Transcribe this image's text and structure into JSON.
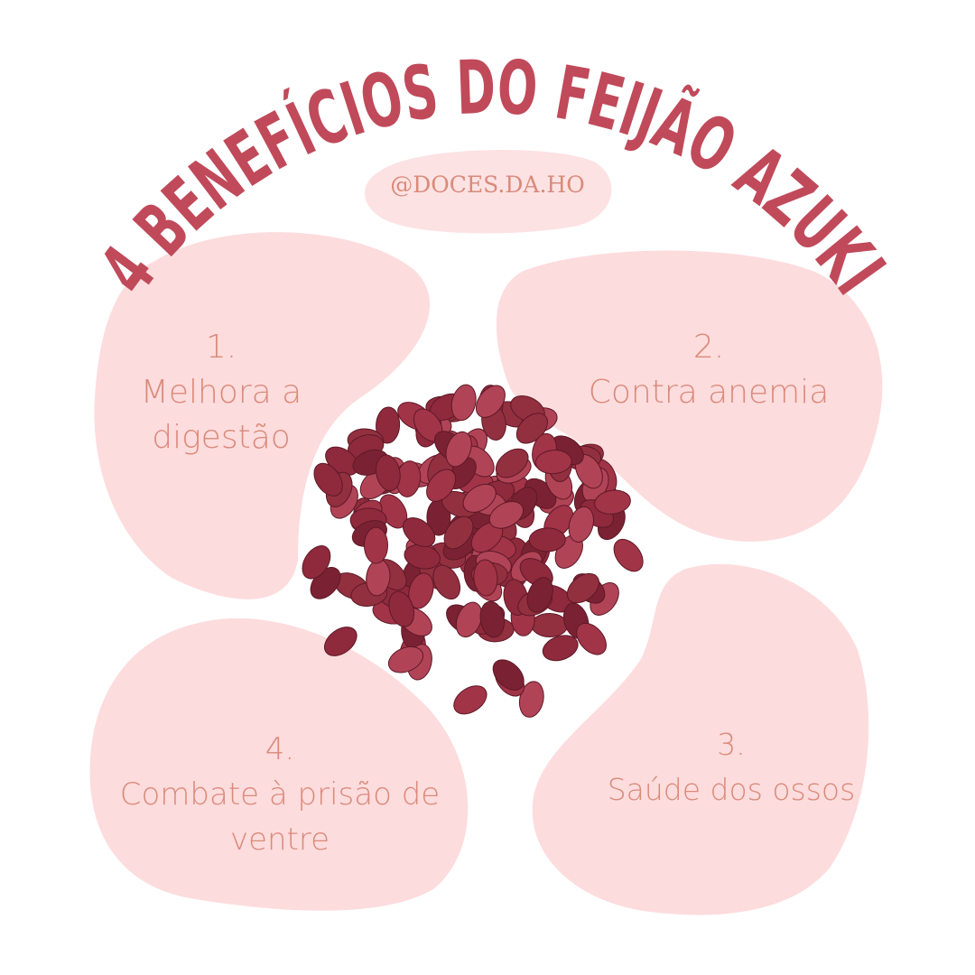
{
  "title": "4 BENEFÍCIOS DO FEIJÃO AZUKI",
  "handle": "@DOCES.DA.HO",
  "benefits": [
    {
      "number": "1.",
      "text": "Melhora a digestão"
    },
    {
      "number": "2.",
      "text": "Contra anemia"
    },
    {
      "number": "3.",
      "text": "Saúde dos ossos"
    },
    {
      "number": "4.",
      "text": "Combate à prisão de ventre"
    }
  ],
  "colors": {
    "title": "#c04a5a",
    "blob": "#fddcdd",
    "text": "#d98a7a",
    "bean": "#8e2a3c"
  }
}
